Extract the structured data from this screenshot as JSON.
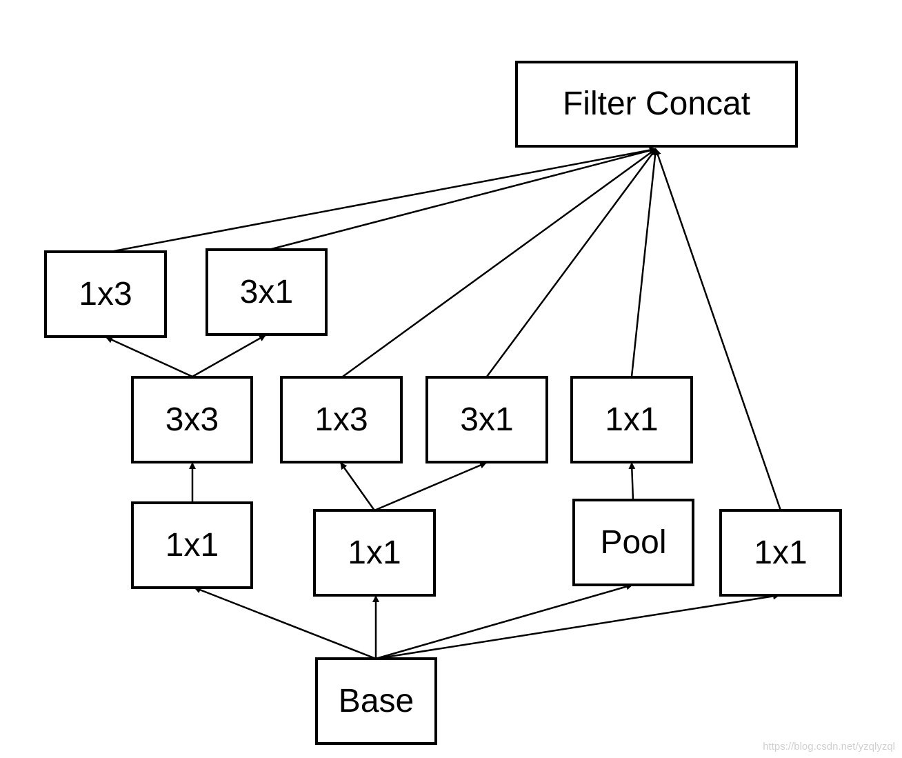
{
  "nodes": {
    "filter_concat": "Filter Concat",
    "top_left_1x3": "1x3",
    "top_left_3x1": "3x1",
    "mid_3x3": "3x3",
    "mid_1x3": "1x3",
    "mid_3x1": "3x1",
    "mid_1x1": "1x1",
    "low_1x1_left": "1x1",
    "low_1x1_center": "1x1",
    "pool": "Pool",
    "low_1x1_right": "1x1",
    "base": "Base"
  },
  "watermark": "https://blog.csdn.net/yzqlyzql",
  "colors": {
    "stroke": "#000000",
    "background": "#ffffff"
  }
}
